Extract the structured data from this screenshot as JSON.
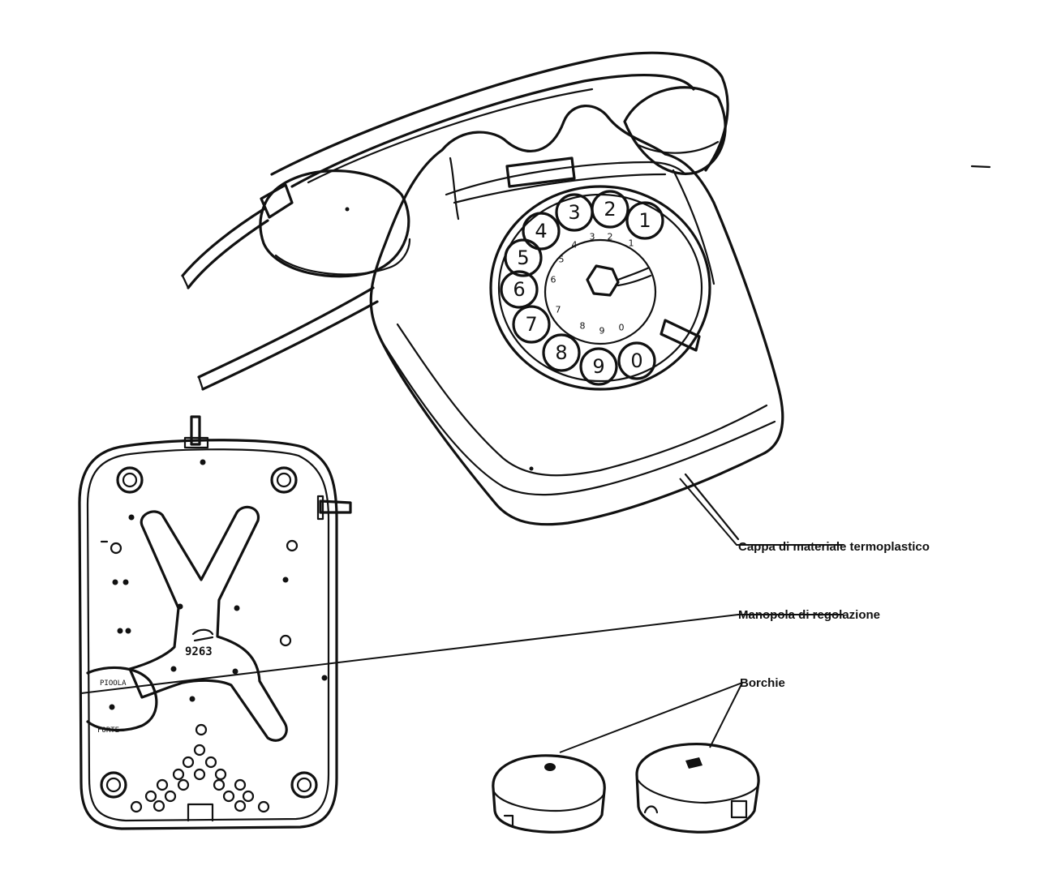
{
  "labels": {
    "cappa": "Cappa di materiale termoplastico",
    "manopola": "Manopola di regolazione",
    "borchie": "Borchie"
  },
  "dial": {
    "finger_digits": [
      "1",
      "2",
      "3",
      "4",
      "5",
      "6",
      "7",
      "8",
      "9",
      "0"
    ],
    "inner_digits": [
      "1",
      "2",
      "3",
      "4",
      "5",
      "6",
      "7",
      "8",
      "9",
      "0"
    ]
  },
  "base_plate": {
    "model_number": "9263",
    "marking_top": "PIOOLA",
    "marking_bottom": "FORTE"
  }
}
